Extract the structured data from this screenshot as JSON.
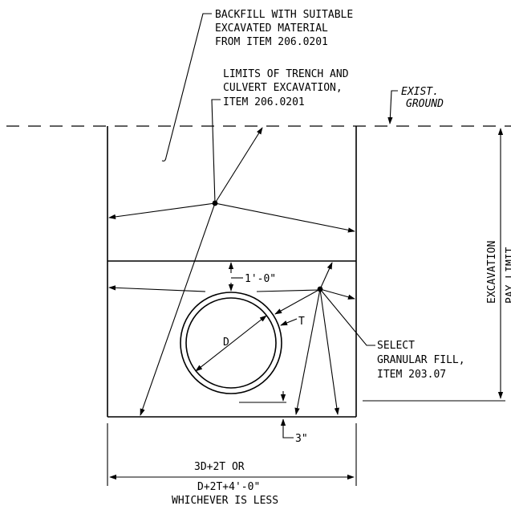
{
  "labels": {
    "backfill_1": "BACKFILL WITH SUITABLE",
    "backfill_2": "EXCAVATED MATERIAL",
    "backfill_3": "FROM ITEM 206.0201",
    "limits_1": "LIMITS OF TRENCH AND",
    "limits_2": "CULVERT EXCAVATION,",
    "limits_3": "ITEM 206.0201",
    "exist_1": "EXIST.",
    "exist_2": "GROUND",
    "dim_1ft": "1'-0\"",
    "pipe_d": "D",
    "pipe_t": "T",
    "select_1": "SELECT",
    "select_2": "GRANULAR FILL,",
    "select_3": "ITEM 203.07",
    "excavation": "EXCAVATION",
    "pay_limit": "PAY LIMIT",
    "dim_3in": "3\"",
    "width_1": "3D+2T OR",
    "width_2": "D+2T+4'-0\"",
    "width_3": "WHICHEVER IS LESS"
  }
}
